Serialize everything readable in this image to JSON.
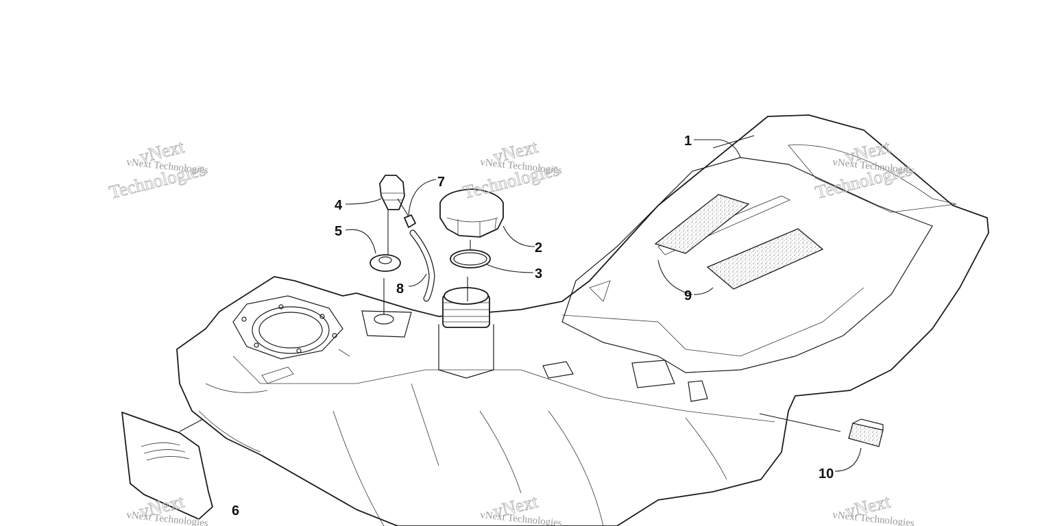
{
  "watermark": {
    "line1": "vNext Technologies",
    "word_top": "vNext",
    "word_bottom": "Technologies"
  },
  "callouts": {
    "c1": "1",
    "c2": "2",
    "c3": "3",
    "c4": "4",
    "c5": "5",
    "c6": "6",
    "c7": "7",
    "c8": "8",
    "c9": "9",
    "c10": "10"
  },
  "colors": {
    "line": "#1a1a1a",
    "watermark": "#9a9a9a",
    "background": "#ffffff"
  }
}
